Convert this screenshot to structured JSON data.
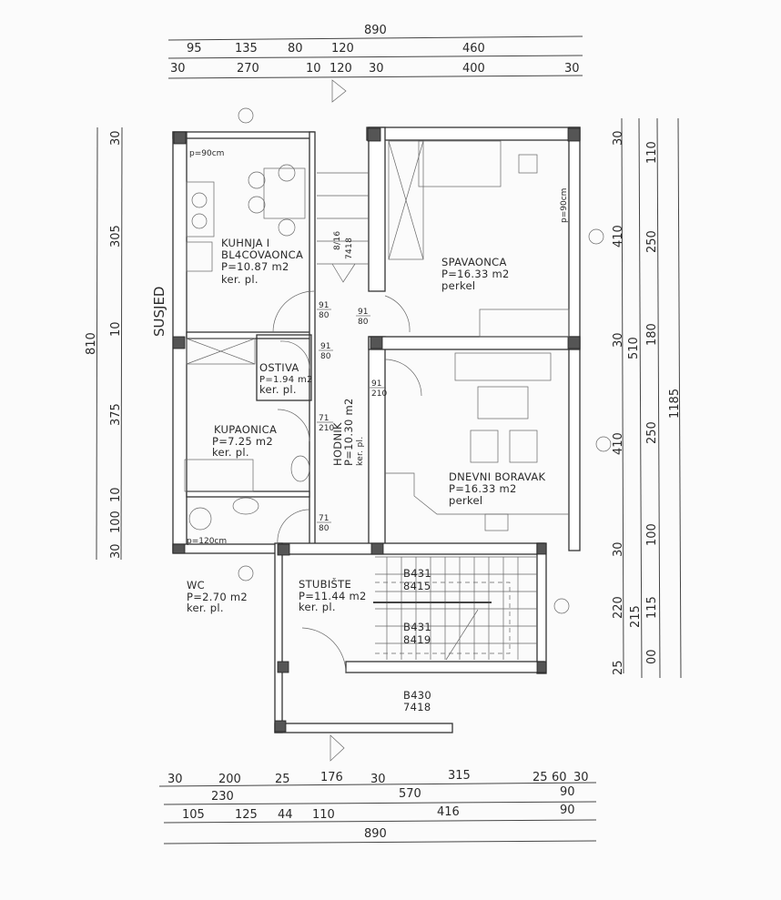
{
  "dimensions": {
    "top": [
      [
        "890"
      ],
      [
        "95",
        "135",
        "80",
        "120",
        "460"
      ],
      [
        "30",
        "270",
        "10",
        "120",
        "30",
        "400",
        "30"
      ]
    ],
    "bottom": [
      [
        "30",
        "200",
        "25",
        "176",
        "30",
        "315",
        "25",
        "60",
        "30"
      ],
      [
        "230",
        "570",
        "90"
      ],
      [
        "105",
        "125",
        "44",
        "110",
        "416",
        "90"
      ],
      [
        "890"
      ]
    ],
    "left_outer": "810",
    "left_inner": [
      "30",
      "305",
      "10",
      "375",
      "10",
      "100",
      "30"
    ],
    "right_col1": [
      "30",
      "410",
      "30",
      "410",
      "30",
      "220",
      "25"
    ],
    "right_col2": [
      "510",
      "215"
    ],
    "right_col3": [
      "110",
      "250",
      "180",
      "250",
      "100",
      "115",
      "00"
    ],
    "right_col4": "1185"
  },
  "neighbor_label": "SUSJED",
  "rooms": {
    "kitchen": {
      "name1": "KUHNJA I",
      "name2": "BL4COVAONCA",
      "area": "P=10.87 m2",
      "floor": "ker. pl."
    },
    "bedroom": {
      "name": "SPAVAONCA",
      "area": "P=16.33 m2",
      "floor": "perkel"
    },
    "storage": {
      "name": "OSTIVA",
      "area": "P=1.94 m2",
      "floor": "ker. pl."
    },
    "bathroom": {
      "name": "KUPAONICA",
      "area": "P=7.25 m2",
      "floor": "ker. pl."
    },
    "living": {
      "name": "DNEVNI BORAVAK",
      "area": "P=16.33 m2",
      "floor": "perkel"
    },
    "wc": {
      "name": "WC",
      "area": "P=2.70 m2",
      "floor": "ker. pl."
    },
    "stairs": {
      "name": "STUBIŠTE",
      "area": "P=11.44 m2",
      "floor": "ker. pl."
    },
    "hallway": {
      "name": "HODNIK",
      "area": "P=10.30 m2",
      "floor": "ker. pl."
    }
  },
  "doors": [
    {
      "w": "91",
      "h": "80"
    },
    {
      "w": "91",
      "h": "80"
    },
    {
      "w": "91",
      "h": "80"
    },
    {
      "w": "91",
      "h": "210"
    },
    {
      "w": "71",
      "h": "210"
    },
    {
      "w": "71",
      "h": "80"
    }
  ],
  "stair_labels": [
    {
      "a": "B431",
      "b": "8415"
    },
    {
      "a": "B431",
      "b": "8419"
    },
    {
      "a": "B430",
      "b": "7418"
    },
    {
      "a": "8/16",
      "b": "7418"
    }
  ],
  "window_labels": [
    "p=90cm",
    "p=90cm",
    "p=120cm"
  ]
}
